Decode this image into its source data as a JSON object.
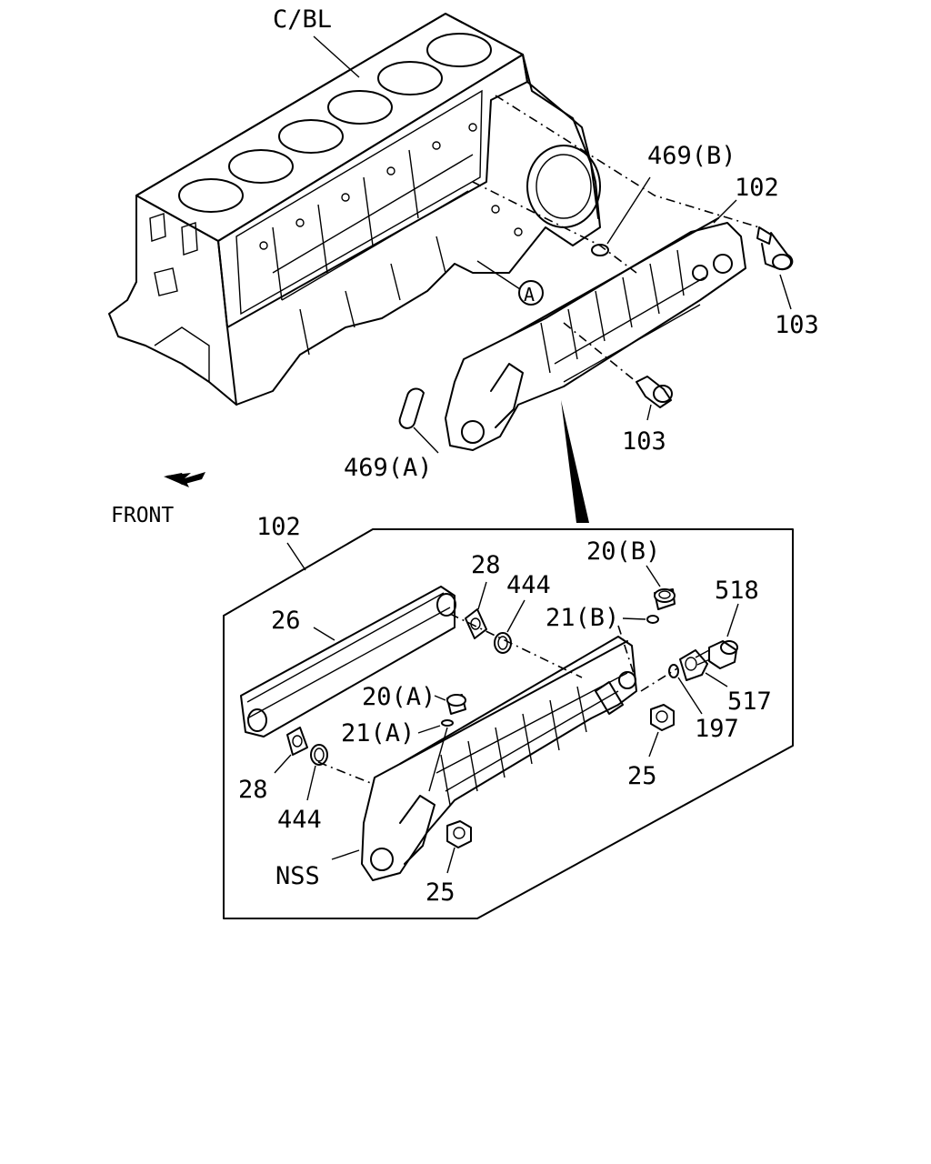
{
  "diagram": {
    "labels": {
      "cbl": "C/BL",
      "p469b": "469(B)",
      "p102_top": "102",
      "p103_right": "103",
      "p103_mid": "103",
      "circle_a": "A",
      "p469a": "469(A)",
      "front": "FRONT",
      "p102_box": "102",
      "p26": "26",
      "p28_top": "28",
      "p444_top": "444",
      "p20b": "20(B)",
      "p21b": "21(B)",
      "p518": "518",
      "p517": "517",
      "p197": "197",
      "p25_right": "25",
      "p20a": "20(A)",
      "p21a": "21(A)",
      "p28_bottom": "28",
      "p444_bottom": "444",
      "nss": "NSS",
      "p25_bottom": "25"
    }
  }
}
